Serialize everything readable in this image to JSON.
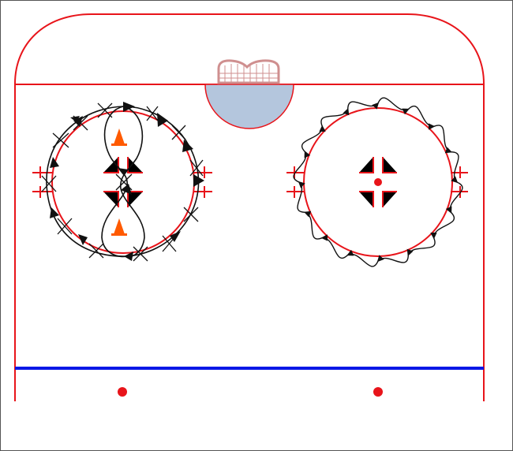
{
  "diagram": {
    "type": "hockey-rink-drill",
    "zone": "offensive-half",
    "colors": {
      "boards": "#e8141a",
      "goal_line": "#e8141a",
      "crease_fill": "#b4c6dd",
      "crease_line": "#e8141a",
      "blue_line": "#0a18e6",
      "dots": "#e8141a",
      "faceoff_circle": "#e8141a",
      "drill_path": "#111111",
      "cone": "#ff5a00",
      "net": "#cf8f8f",
      "frame": "#555555"
    },
    "left_drill": {
      "description_icon": "crossover-skating-around-circle-with-figure-eight",
      "cones": 2,
      "crossover_marks": 14,
      "arrows": 13
    },
    "right_drill": {
      "description_icon": "tight-turns-around-circle",
      "loops": 16
    }
  }
}
